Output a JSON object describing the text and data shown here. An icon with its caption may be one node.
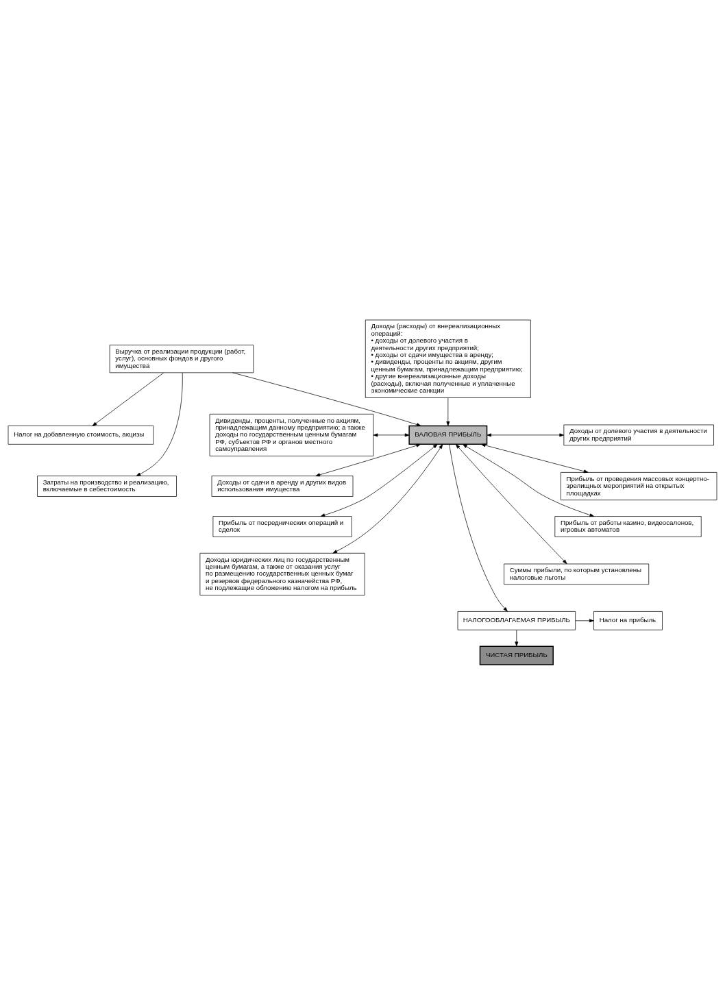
{
  "diagram": {
    "nodes": [
      {
        "text": [
          "Выручка от реализации продукции (работ, услуг), основных фондов и другого имущества"
        ]
      },
      {
        "text": [
          "Налог на добавленную стоимость, акцизы"
        ]
      },
      {
        "text": [
          "Затраты на производство и реализацию, включаемые в себестоимость"
        ]
      },
      {
        "text": [
          "Доходы (расходы) от внереализационных операций:",
          "• доходы от долевого участия в деятельности других предприятий;",
          "• доходы от сдачи имущества в аренду;",
          "• дивиденды, проценты по акциям, другим ценным бумагам, принадлежащим предприятию;",
          "• другие внереализационные доходы (расходы), включая полученные и уплаченные экономические санкции"
        ]
      },
      {
        "text": [
          "ВАЛОВАЯ ПРИБЫЛЬ"
        ]
      },
      {
        "text": [
          "Доходы от долевого участия в деятельности других предприятий"
        ]
      },
      {
        "text": [
          "Дивиденды, проценты, полученные по акциям, принадлежащим данному предприятию; а также доходы по государственным ценным бумагам РФ, субъектов РФ и органов местного самоуправления"
        ]
      },
      {
        "text": [
          "Прибыль от проведения массовых концертно-зрелищных мероприятий на открытых площадках"
        ]
      },
      {
        "text": [
          "Доходы от сдачи в аренду и других видов использования имущества"
        ]
      },
      {
        "text": [
          "Прибыль от работы казино, видеосалонов, игровых автоматов"
        ]
      },
      {
        "text": [
          "Прибыль от посреднических операций и сделок"
        ]
      },
      {
        "text": [
          "Суммы прибыли, по которым установлены налоговые льготы"
        ]
      },
      {
        "text": [
          "Доходы юридических лиц по государственным ценным бумагам, а также от оказания услуг по размещению государственных ценных бумаг и резервов федерального казначейства РФ, не подлежащие обложению налогом на прибыль"
        ]
      },
      {
        "text": [
          "НАЛОГООБЛАГАЕМАЯ ПРИБЫЛЬ"
        ]
      },
      {
        "text": [
          "Налог на прибыль"
        ]
      },
      {
        "text": [
          "ЧИСТАЯ ПРИБЫЛЬ"
        ]
      }
    ],
    "edges": [
      {
        "from": 0,
        "to": 1,
        "arrow": "to"
      },
      {
        "from": 0,
        "to": 2,
        "arrow": "to"
      },
      {
        "from": 0,
        "to": 4,
        "arrow": "to"
      },
      {
        "from": 3,
        "to": 4,
        "arrow": "to"
      },
      {
        "from": 4,
        "to": 5,
        "arrow": "both"
      },
      {
        "from": 4,
        "to": 6,
        "arrow": "both"
      },
      {
        "from": 4,
        "to": 7,
        "arrow": "both"
      },
      {
        "from": 4,
        "to": 8,
        "arrow": "both"
      },
      {
        "from": 4,
        "to": 9,
        "arrow": "both"
      },
      {
        "from": 4,
        "to": 10,
        "arrow": "both"
      },
      {
        "from": 4,
        "to": 11,
        "arrow": "both"
      },
      {
        "from": 4,
        "to": 12,
        "arrow": "both"
      },
      {
        "from": 4,
        "to": 13,
        "arrow": "to"
      },
      {
        "from": 13,
        "to": 14,
        "arrow": "to"
      },
      {
        "from": 13,
        "to": 15,
        "arrow": "to"
      }
    ]
  }
}
